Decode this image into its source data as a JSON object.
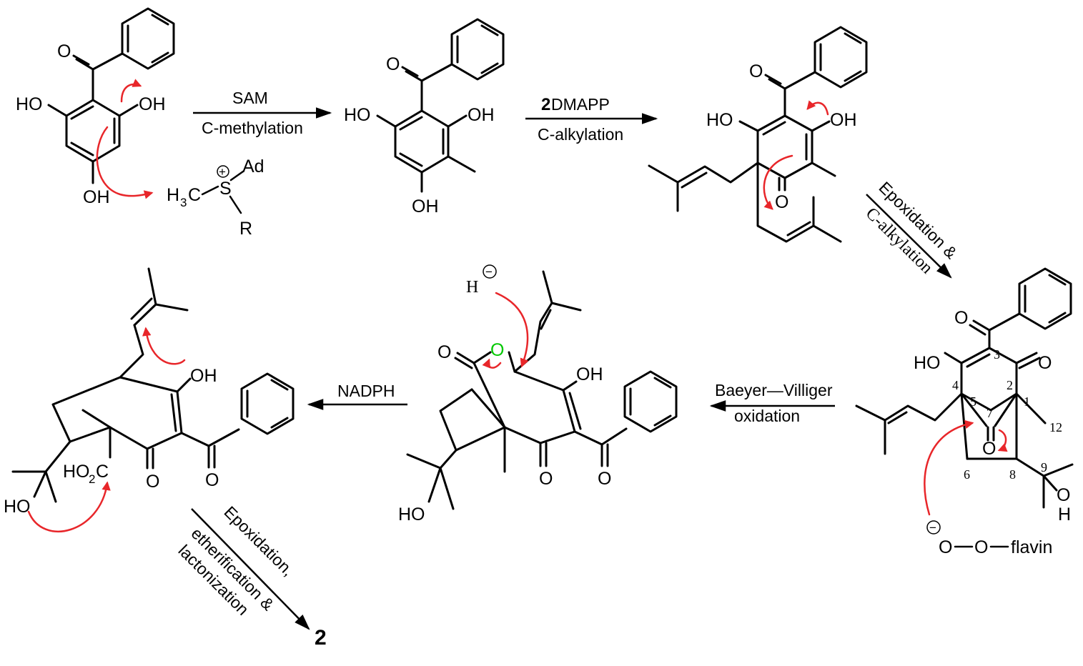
{
  "steps": {
    "s1": {
      "top": "SAM",
      "bottom": "C-methylation"
    },
    "s2": {
      "top_bold": "2",
      "top": " DMAPP",
      "bottom": "C-alkylation"
    },
    "s3": {
      "top": "Epoxidation &",
      "bottom": "C-alkylation"
    },
    "s4": {
      "top": "Baeyer—Villiger",
      "bottom": "oxidation"
    },
    "s5": {
      "top": "NADPH"
    },
    "s6": {
      "line1": "Epoxidation,",
      "line2": "etherification &",
      "line3": "lactonization",
      "product": "2"
    }
  },
  "atoms": {
    "O": "O",
    "OH": "OH",
    "HO": "HO",
    "H": "H",
    "Ad": "Ad",
    "R": "R",
    "S": "S",
    "H3C_H": "H",
    "H3C_3": "3",
    "H3C_C": "C",
    "HO2C_HO": "HO",
    "HO2C_2": "2",
    "HO2C_C": "C",
    "flavin": "flavin",
    "plus": "+",
    "minus": "−"
  },
  "locants": [
    "1",
    "2",
    "3",
    "4",
    "5",
    "6",
    "7",
    "8",
    "9",
    "12"
  ],
  "colors": {
    "arrow": "#e8262a",
    "ring_oxygen": "#00c800",
    "ink": "#000000"
  }
}
